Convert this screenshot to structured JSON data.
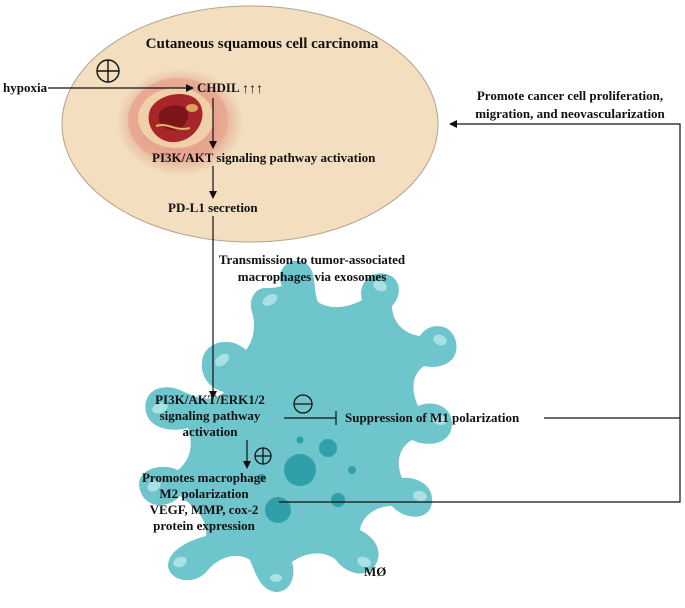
{
  "tumor": {
    "title": "Cutaneous squamous cell carcinoma",
    "hypoxia": "hypoxia",
    "chdil": "CHDIL",
    "up_arrows": "↑↑↑",
    "pi3k_akt": "PI3K/AKT signaling pathway activation",
    "pdl1": "PD-L1 secretion"
  },
  "transmission": {
    "line1": "Transmission to tumor-associated",
    "line2": "macrophages via exosomes"
  },
  "feedback": {
    "line1": "Promote cancer cell proliferation,",
    "line2": "migration, and neovascularization"
  },
  "macrophage": {
    "pathway_line1": "PI3K/AKT/ERK1/2",
    "pathway_line2": "signaling pathway",
    "pathway_line3": "activation",
    "suppression": "Suppression of M1 polarization",
    "promotes_line1": "Promotes macrophage",
    "promotes_line2": "M2 polarization",
    "expr_line1": "VEGF, MMP, cox-2",
    "expr_line2": "protein expression",
    "label": "MØ"
  },
  "colors": {
    "tumor_fill": "#f3dfc0",
    "lesion_outer": "#e8a58f",
    "lesion_inner": "#a8262a",
    "macrophage_fill": "#6ec5cc",
    "macrophage_dark": "#2f9fa9",
    "macrophage_light": "#a9e1e5"
  }
}
